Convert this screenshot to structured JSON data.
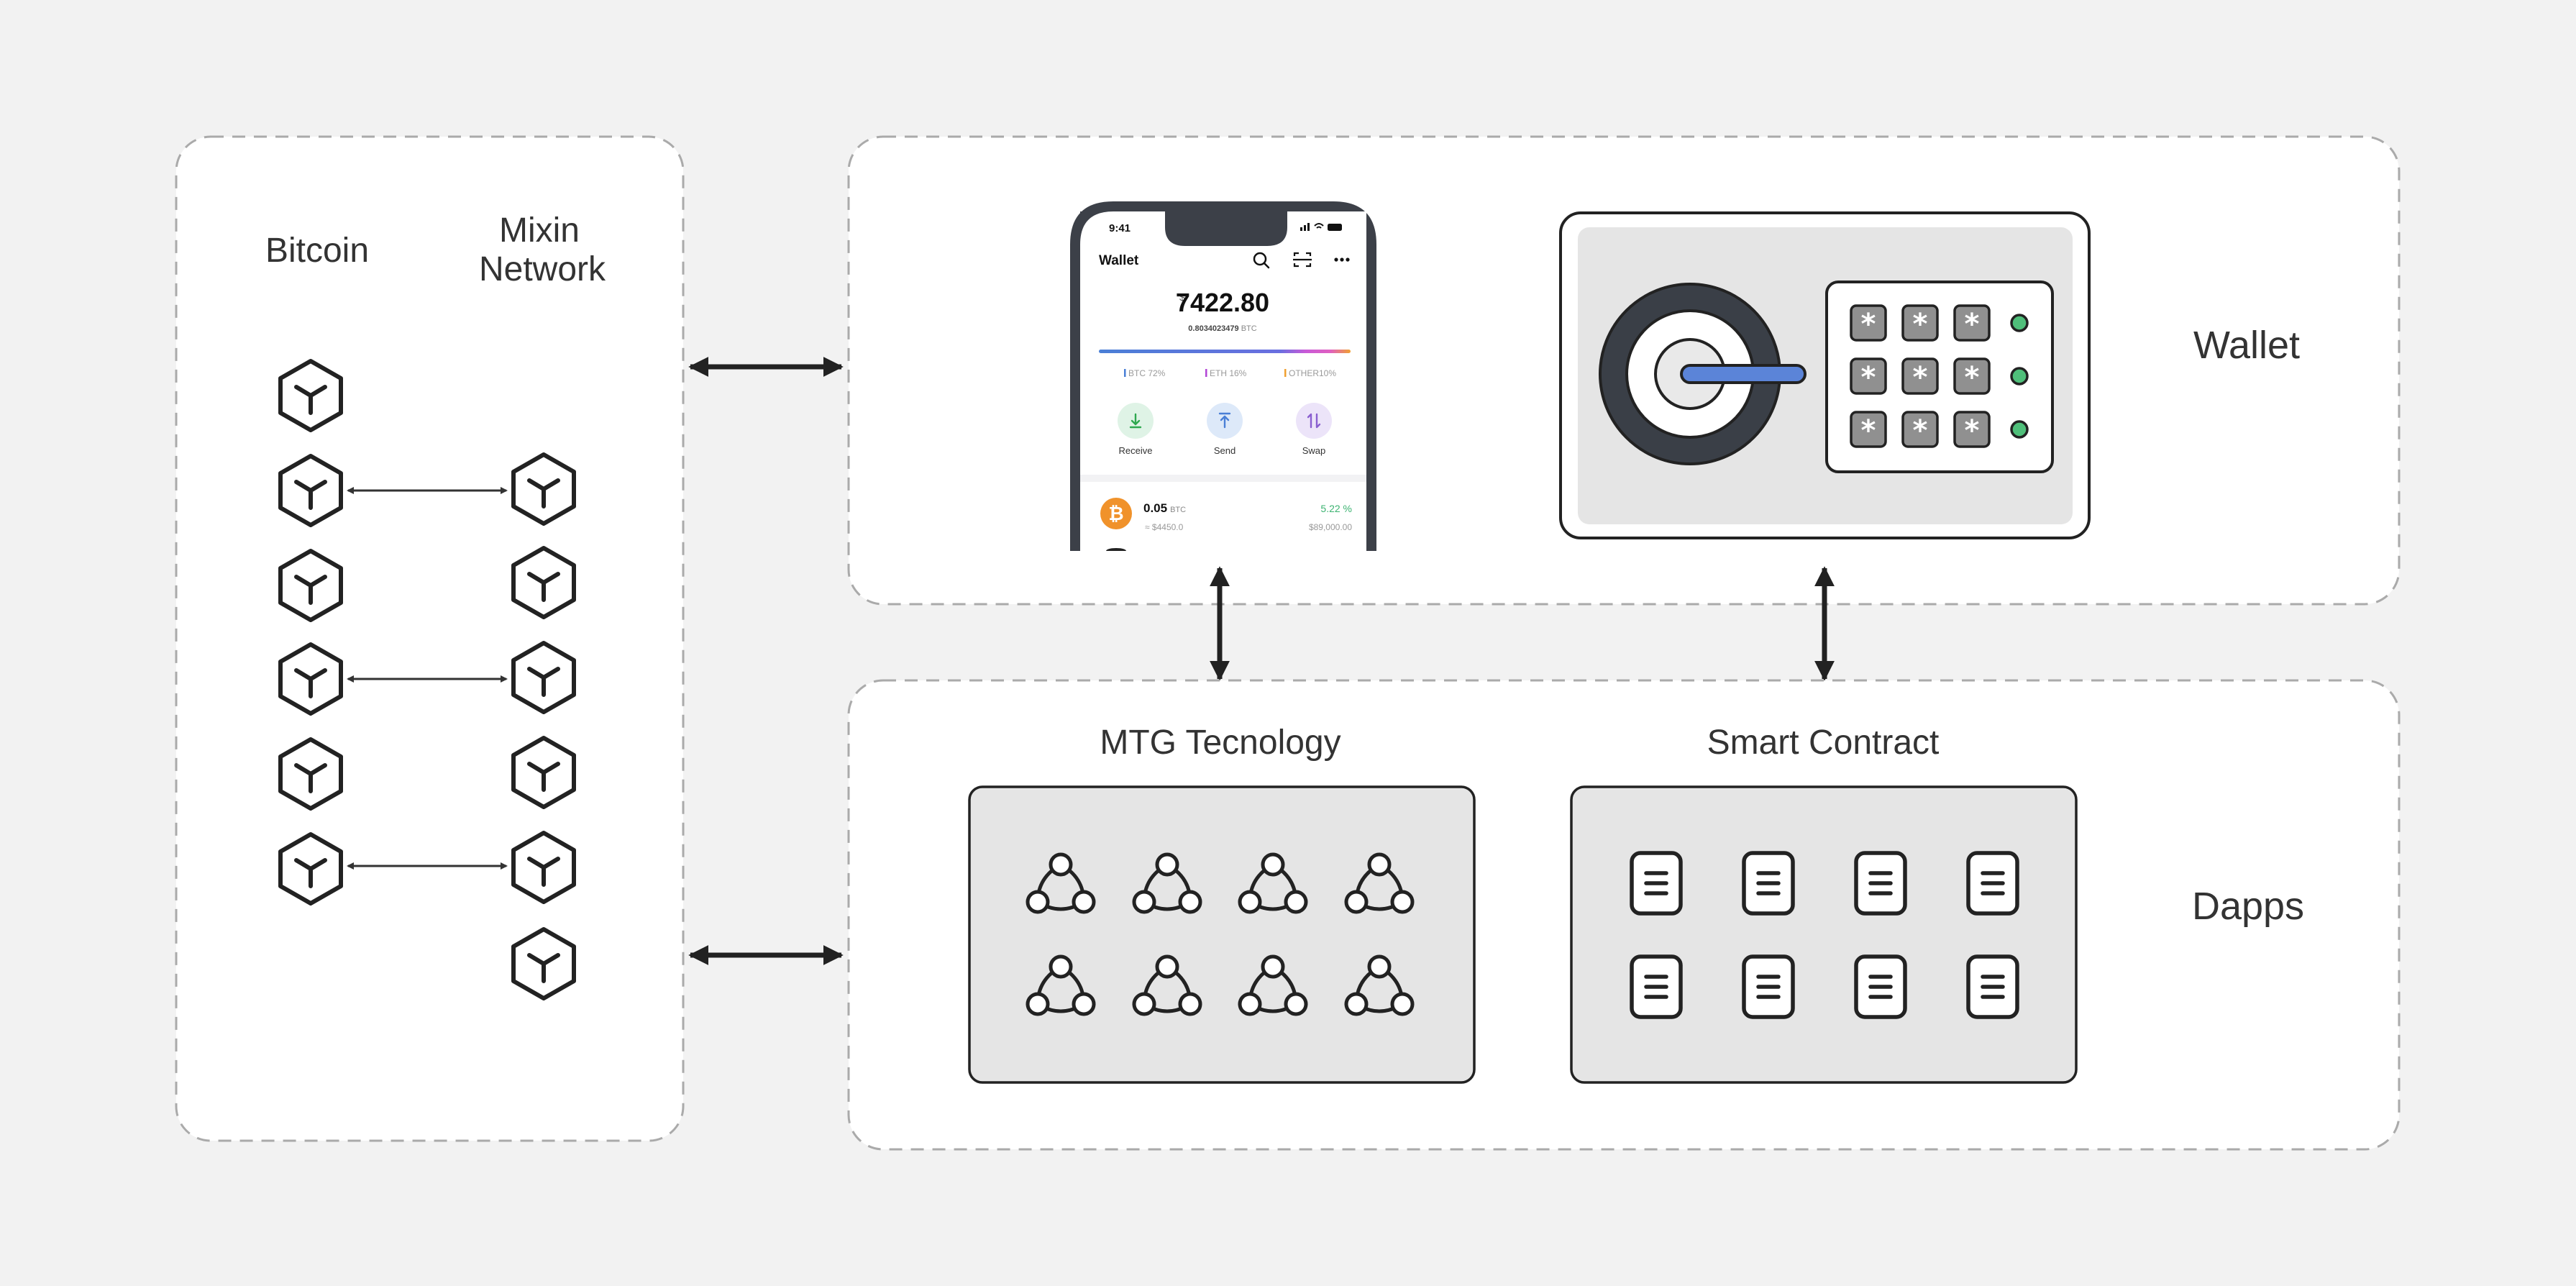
{
  "chains": {
    "bitcoin_label": "Bitcoin",
    "mixin_label_line1": "Mixin",
    "mixin_label_line2": "Network"
  },
  "wallet": {
    "label": "Wallet",
    "phone": {
      "time": "9:41",
      "title": "Wallet",
      "currency_symbol": "$",
      "balance": "7422.80",
      "btc_equivalent": "0.8034023479",
      "btc_unit": "BTC",
      "allocation": [
        {
          "label": "BTC 72%",
          "color": "#4a7fd6"
        },
        {
          "label": "ETH 16%",
          "color": "#b245d6"
        },
        {
          "label": "OTHER10%",
          "color": "#f0a030"
        }
      ],
      "actions": [
        {
          "label": "Receive",
          "icon": "download-icon",
          "color": "#dff3e6",
          "icon_color": "#2ea84f"
        },
        {
          "label": "Send",
          "icon": "upload-icon",
          "color": "#dde9f9",
          "icon_color": "#4a7fd6"
        },
        {
          "label": "Swap",
          "icon": "swap-icon",
          "color": "#ece4f9",
          "icon_color": "#8a5fd0"
        }
      ],
      "asset": {
        "amount": "0.05",
        "unit": "BTC",
        "fiat": "≈ $4450.0",
        "change": "5.22 %",
        "price": "$89,000.00"
      }
    }
  },
  "dapps": {
    "label": "Dapps",
    "mtg_title": "MTG Tecnology",
    "smart_contract_title": "Smart Contract"
  },
  "colors": {
    "background": "#f2f2f2",
    "panel": "#ffffff",
    "dashed_border": "#aaaaaa",
    "stroke": "#222222",
    "bitcoin_line": "#e8a838",
    "mixin_line": "#5b84d8",
    "safe_green": "#4fbf7a",
    "safe_handle": "#5b84d8"
  }
}
